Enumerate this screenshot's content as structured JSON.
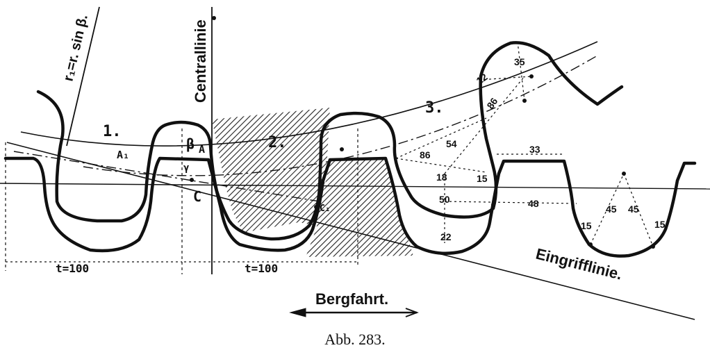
{
  "labels": {
    "radius_formula": "r₁=r. sin β.",
    "centre_line": "Centrallinie",
    "tooth_1": "1.",
    "tooth_2": "2.",
    "tooth_3": "3.",
    "beta": "β",
    "angle_mark": "γ",
    "point_a1": "A₁",
    "point_a": "A",
    "point_c": "C",
    "point_c1": "C₁",
    "pitch_left": "t=100",
    "pitch_mid": "t=100",
    "line_of_action": "Eingrifflinie.",
    "direction": "Bergfahrt."
  },
  "dimensions": {
    "d86a": "86",
    "d54": "54",
    "d86b": "86",
    "d12a": "12",
    "d35": "35",
    "d33": "33",
    "d18": "18",
    "d15a": "15",
    "d50": "50",
    "d48": "48",
    "d22": "22",
    "d15b": "15",
    "d45a": "45",
    "d45b": "45",
    "d15c": "15"
  },
  "caption": "Abb. 283."
}
